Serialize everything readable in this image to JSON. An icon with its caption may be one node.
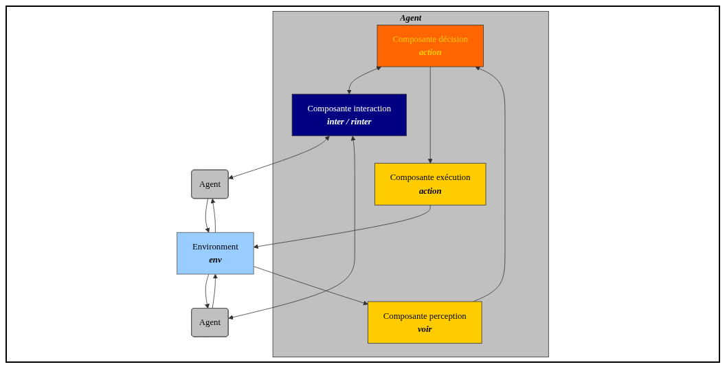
{
  "diagram": {
    "nodes": [
      {
        "text": [
          "Agent"
        ]
      },
      {
        "text": [
          "Composante décision",
          "action"
        ],
        "in": 0
      },
      {
        "text": [
          "Composante interaction",
          "inter / rinter"
        ],
        "in": 0
      },
      {
        "text": [
          "Composante perception",
          "voir"
        ],
        "in": 0
      },
      {
        "text": [
          "Composante exécution",
          "action"
        ],
        "in": 0
      },
      {
        "text": [
          "Agent"
        ]
      },
      {
        "text": [
          "Agent"
        ]
      },
      {
        "text": [
          "Environment",
          "env"
        ]
      }
    ],
    "edges": [
      {
        "from": 1,
        "to": 2,
        "arrow": "both"
      },
      {
        "from": 3,
        "to": 1,
        "arrow": "to"
      },
      {
        "from": 1,
        "to": 4,
        "arrow": "to"
      },
      {
        "from": 2,
        "to": 5,
        "arrow": "both"
      },
      {
        "from": 2,
        "to": 6,
        "arrow": "both"
      },
      {
        "from": 7,
        "to": 3,
        "arrow": "to"
      },
      {
        "from": 4,
        "to": 7,
        "arrow": "to"
      },
      {
        "from": 7,
        "to": 5,
        "arrow": "to"
      },
      {
        "from": 5,
        "to": 7,
        "arrow": "to"
      },
      {
        "from": 7,
        "to": 6,
        "arrow": "to"
      },
      {
        "from": 6,
        "to": 7,
        "arrow": "to"
      }
    ]
  }
}
